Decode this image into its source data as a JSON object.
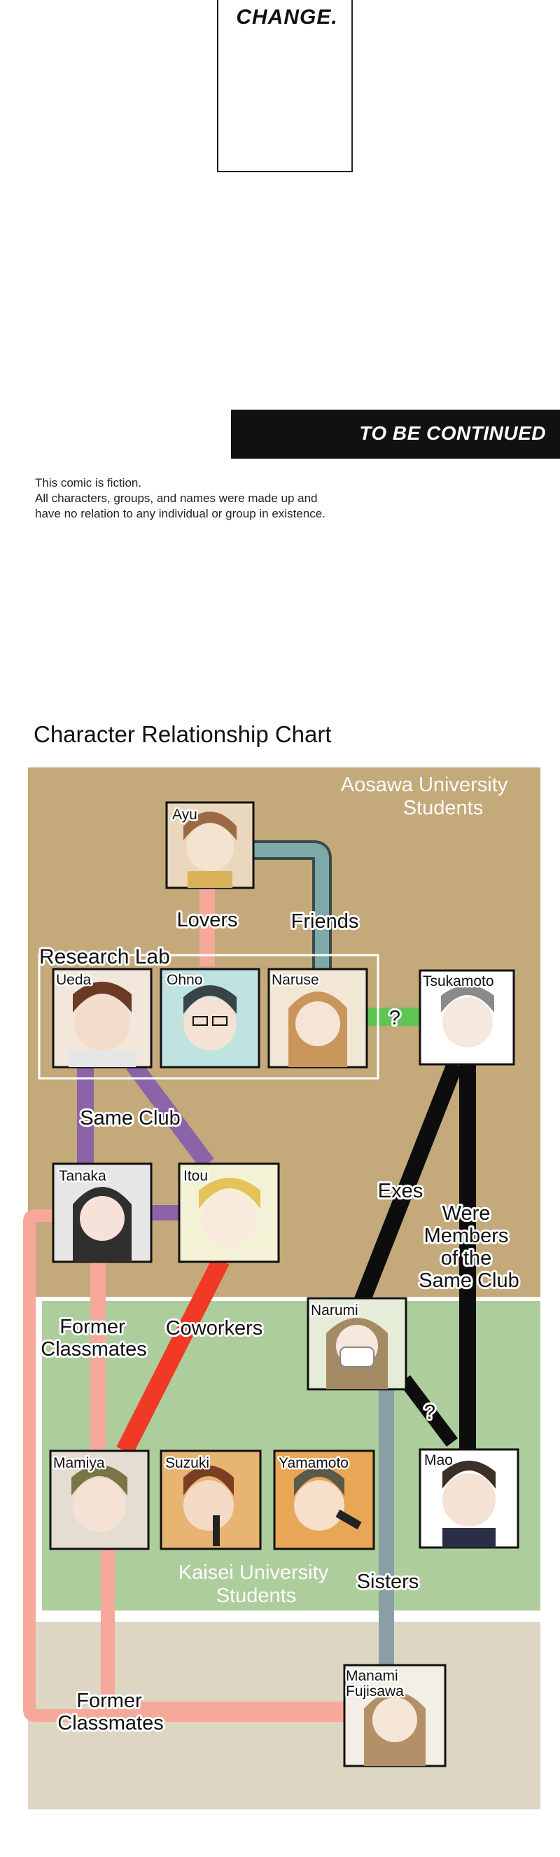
{
  "top_panel": {
    "text": "CHANGE."
  },
  "banner": {
    "text": "TO BE CONTINUED"
  },
  "disclaimer": {
    "line1": "This comic is fiction.",
    "line2": "All characters, groups, and names were made up and",
    "line3": "have no relation to any individual or group in existence."
  },
  "chart": {
    "title": "Character Relationship Chart",
    "zones": {
      "aosawa": {
        "line1": "Aosawa University",
        "line2": "Students",
        "color": "#c4a97a"
      },
      "kaisei": {
        "line1": "Kaisei University",
        "line2": "Students",
        "color": "#adcd9d"
      },
      "other": {
        "color": "#ddd6c3"
      }
    },
    "group_label": "Research Lab",
    "characters": {
      "ayu": "Ayu",
      "ueda": "Ueda",
      "ohno": "Ohno",
      "naruse": "Naruse",
      "tsukamoto": "Tsukamoto",
      "tanaka": "Tanaka",
      "itou": "Itou",
      "narumi": "Narumi",
      "mamiya": "Mamiya",
      "suzuki": "Suzuki",
      "yamamoto": "Yamamoto",
      "mao": "Mao",
      "manami_line1": "Manami",
      "manami_line2": "Fujisawa"
    },
    "relations": {
      "lovers": "Lovers",
      "friends": "Friends",
      "same_club": "Same Club",
      "exes": "Exes",
      "were_line1": "Were",
      "were_line2": "Members",
      "were_line3": "of the",
      "were_line4": "Same Club",
      "former1_line1": "Former",
      "former1_line2": "Classmates",
      "coworkers": "Coworkers",
      "sisters": "Sisters",
      "former2_line1": "Former",
      "former2_line2": "Classmates",
      "question1": "?",
      "question2": "?"
    },
    "line_colors": {
      "pink": "#f6a89a",
      "teal": "#7fa9a8",
      "green": "#5ec454",
      "purple": "#8a63a8",
      "black": "#0d0d0d",
      "red": "#f03a26",
      "gray_blue": "#8a9ea6"
    }
  }
}
